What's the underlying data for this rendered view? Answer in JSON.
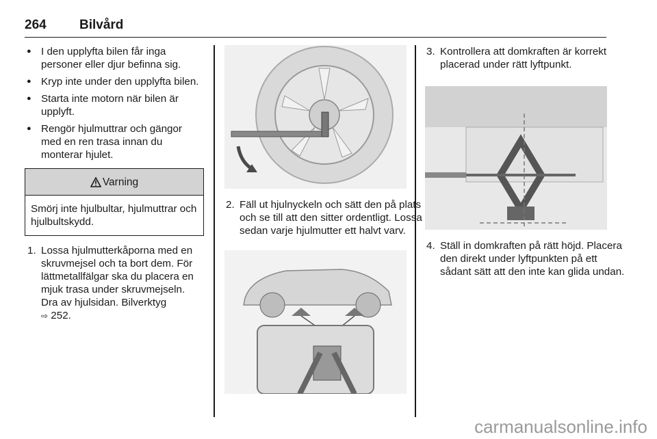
{
  "header": {
    "page_number": "264",
    "title": "Bilvård"
  },
  "left_column": {
    "bullets": [
      "I den upplyfta bilen får inga personer eller djur befinna sig.",
      "Kryp inte under den upplyfta bilen.",
      "Starta inte motorn när bilen är upplyft.",
      "Rengör hjulmuttrar och gängor med en ren trasa innan du monterar hjulet."
    ],
    "warning": {
      "title": "Varning",
      "text": "Smörj inte hjulbultar, hjulmuttrar och hjulbultskydd."
    },
    "step1": {
      "number": "1.",
      "text": "Lossa hjulmutterkåporna med en skruvmejsel och ta bort dem. För lättmetallfälgar ska du placera en mjuk trasa under skruvmejseln. Dra av hjulsidan. Bilverktyg",
      "ref": "252."
    }
  },
  "middle_column": {
    "step2": {
      "number": "2.",
      "text": "Fäll ut hjulnyckeln och sätt den på plats och se till att den sitter ordentligt. Lossa sedan varje hjulmutter ett halvt varv."
    }
  },
  "right_column": {
    "step3": {
      "number": "3.",
      "text": "Kontrollera att domkraften är korrekt placerad under rätt lyftpunkt."
    },
    "step4": {
      "number": "4.",
      "text": "Ställ in domkraften på rätt höjd. Placera den direkt under lyftpunkten på ett sådant sätt att den inte kan glida undan."
    }
  },
  "footer": {
    "watermark": "carmanualsonline.info"
  },
  "colors": {
    "text": "#1a1a1a",
    "warning_header": "#d3d3d3",
    "illustration_bg": "#ececec",
    "arrow": "#4a4a4a"
  },
  "icons": {
    "warning": "warning-triangle-icon",
    "reference": "arrow-reference-icon"
  }
}
